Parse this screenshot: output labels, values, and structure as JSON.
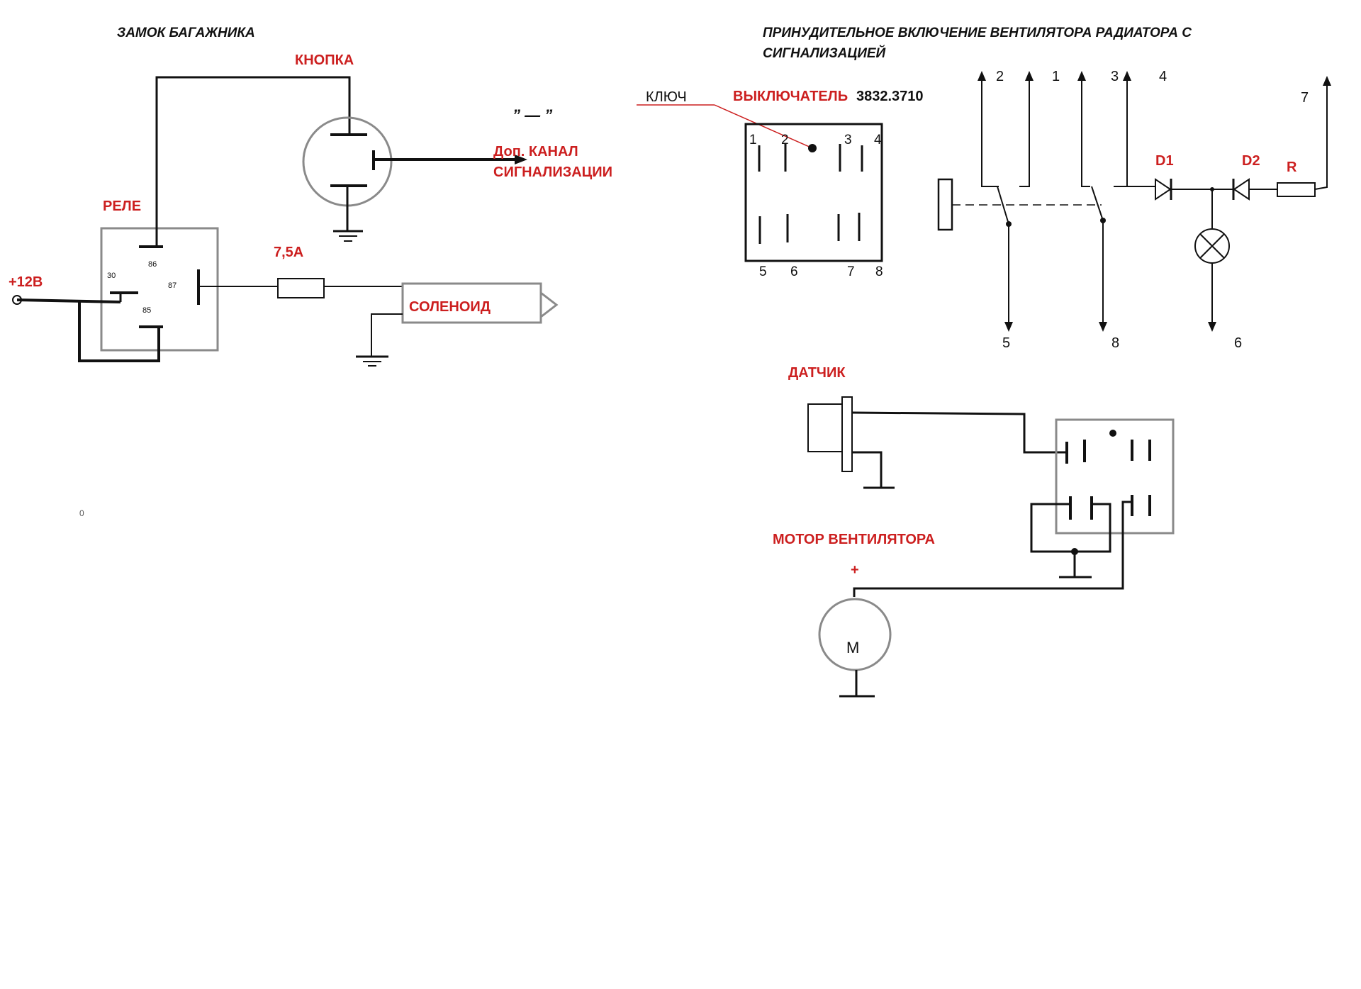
{
  "colors": {
    "ink": "#111111",
    "red": "#cc1f1f",
    "gray": "#8a8a8a"
  },
  "trunk": {
    "title": "ЗАМОК БАГАЖНИКА",
    "button_label": "КНОПКА",
    "quote_mark": "” — ”",
    "alarm_line1": "Доп. КАНАЛ",
    "alarm_line2": "СИГНАЛИЗАЦИИ",
    "relay_label": "РЕЛЕ",
    "supply_label": "+12В",
    "fuse_label": "7,5А",
    "solenoid_label": "СОЛЕНОИД",
    "pins": {
      "p30": "30",
      "p86": "86",
      "p87": "87",
      "p85": "85"
    },
    "stray_zero": "0"
  },
  "fan": {
    "title_line1": "ПРИНУДИТЕЛЬНОЕ ВКЛЮЧЕНИЕ ВЕНТИЛЯТОРА РАДИАТОРА С",
    "title_line2": "СИГНАЛИЗАЦИЕЙ",
    "key_label": "КЛЮЧ",
    "switch_label": "ВЫКЛЮЧАТЕЛЬ",
    "switch_model": "3832.3710",
    "switch_pins_top": [
      "1",
      "2",
      "3",
      "4"
    ],
    "switch_pins_bottom": [
      "5",
      "6",
      "7",
      "8"
    ],
    "schematic_top": [
      "2",
      "1",
      "3",
      "4",
      "7"
    ],
    "schematic_bottom": [
      "5",
      "8",
      "6"
    ],
    "d1": "D1",
    "d2": "D2",
    "r": "R",
    "sensor_label": "ДАТЧИК",
    "motor_label": "МОТОР ВЕНТИЛЯТОРА",
    "plus": "+",
    "motor_symbol": "М"
  }
}
